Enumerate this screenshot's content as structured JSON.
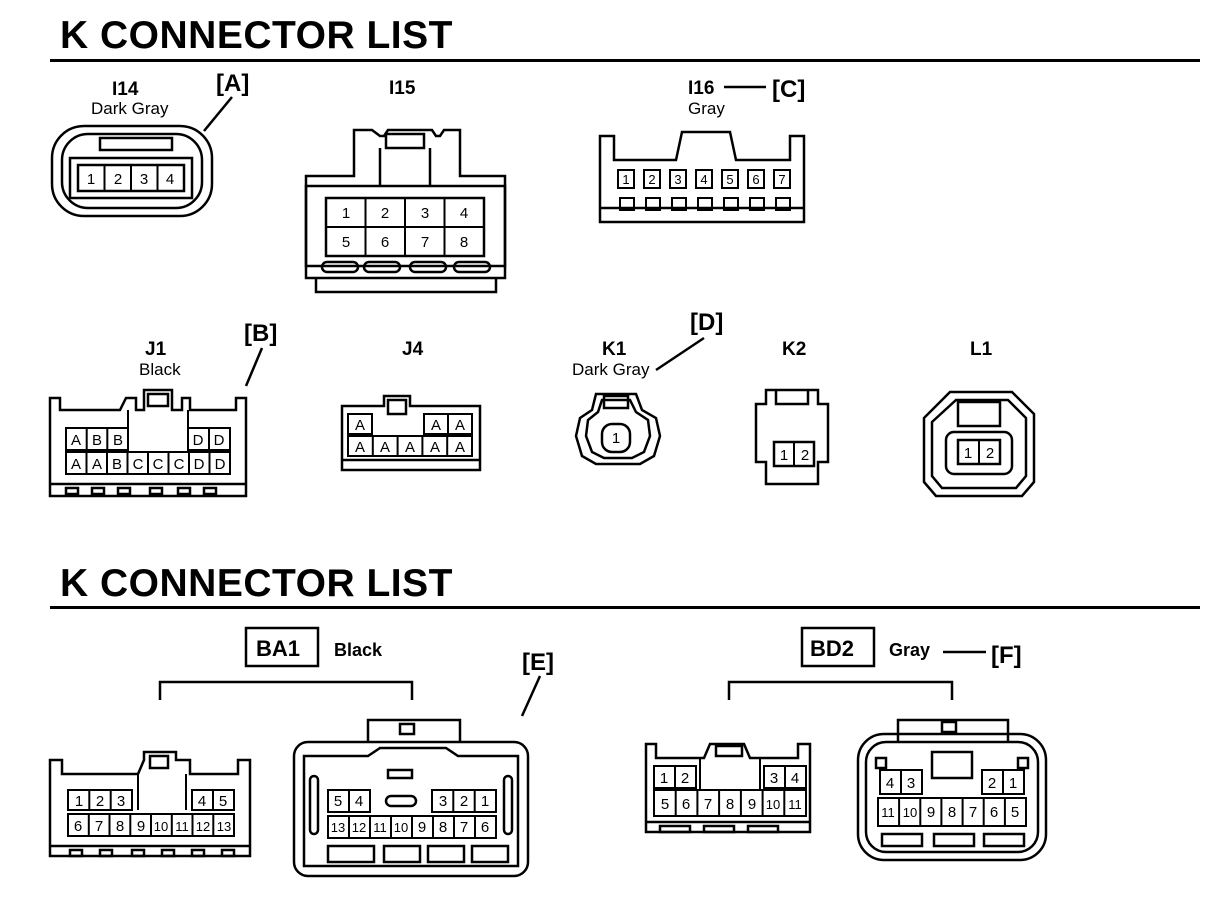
{
  "headings": [
    "K  CONNECTOR LIST",
    "K  CONNECTOR LIST"
  ],
  "connectors": {
    "I14": {
      "name": "I14",
      "color": "Dark Gray",
      "callout": "[A]",
      "pins": [
        "1",
        "2",
        "3",
        "4"
      ]
    },
    "I15": {
      "name": "I15",
      "pins": [
        "1",
        "2",
        "3",
        "4",
        "5",
        "6",
        "7",
        "8"
      ]
    },
    "I16": {
      "name": "I16",
      "color": "Gray",
      "callout": "[C]",
      "pins": [
        "1",
        "2",
        "3",
        "4",
        "5",
        "6",
        "7"
      ]
    },
    "J1": {
      "name": "J1",
      "color": "Black",
      "callout": "[B]",
      "top_row": [
        "A",
        "B",
        "B",
        "D",
        "D"
      ],
      "bottom_row": [
        "A",
        "A",
        "B",
        "C",
        "C",
        "C",
        "D",
        "D"
      ]
    },
    "J4": {
      "name": "J4",
      "top_row": [
        "A",
        "A",
        "A"
      ],
      "bottom_row": [
        "A",
        "A",
        "A",
        "A",
        "A"
      ]
    },
    "K1": {
      "name": "K1",
      "color": "Dark Gray",
      "callout": "[D]",
      "pins": [
        "1"
      ]
    },
    "K2": {
      "name": "K2",
      "pins": [
        "1",
        "2"
      ]
    },
    "L1": {
      "name": "L1",
      "pins": [
        "1",
        "2"
      ]
    },
    "BA1": {
      "name": "BA1",
      "color": "Black",
      "callout": "[E]",
      "left_top": [
        "1",
        "2",
        "3",
        "4",
        "5"
      ],
      "left_bottom": [
        "6",
        "7",
        "8",
        "9",
        "10",
        "11",
        "12",
        "13"
      ],
      "right_top": [
        "5",
        "4",
        "3",
        "2",
        "1"
      ],
      "right_bottom": [
        "13",
        "12",
        "11",
        "10",
        "9",
        "8",
        "7",
        "6"
      ]
    },
    "BD2": {
      "name": "BD2",
      "color": "Gray",
      "callout": "[F]",
      "left_top": [
        "1",
        "2",
        "3",
        "4"
      ],
      "left_bottom": [
        "5",
        "6",
        "7",
        "8",
        "9",
        "10",
        "11"
      ],
      "right_top": [
        "4",
        "3",
        "2",
        "1"
      ],
      "right_bottom": [
        "11",
        "10",
        "9",
        "8",
        "7",
        "6",
        "5"
      ]
    }
  }
}
